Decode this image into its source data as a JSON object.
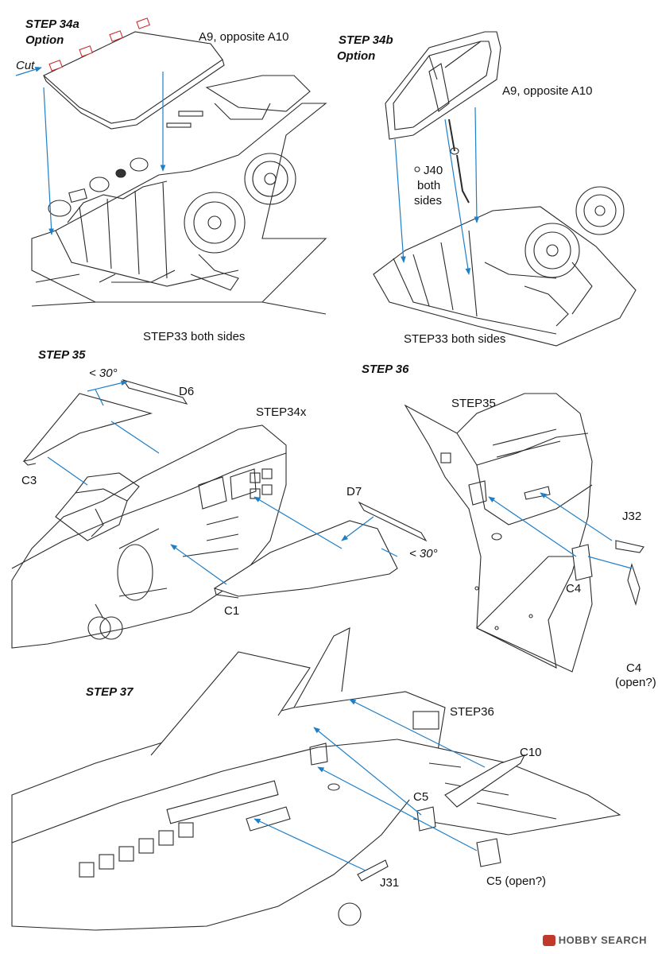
{
  "steps": {
    "s34a": {
      "title": "STEP 34a",
      "sub": "Option"
    },
    "s34b": {
      "title": "STEP 34b",
      "sub": "Option"
    },
    "s35": {
      "title": "STEP 35"
    },
    "s36": {
      "title": "STEP 36"
    },
    "s37": {
      "title": "STEP 37"
    }
  },
  "labels": {
    "cut": "Cut",
    "a9_left": "A9, opposite A10",
    "a9_right": "A9, opposite A10",
    "step33_left": "STEP33 both sides",
    "step33_right": "STEP33 both sides",
    "j40": "J40",
    "j40_both": "both",
    "j40_sides": "sides",
    "d6": "D6",
    "step34x": "STEP34x",
    "c3": "C3",
    "d7": "D7",
    "angle_top": "< 30°",
    "angle_bottom": "< 30°",
    "c1": "C1",
    "step35": "STEP35",
    "j32": "J32",
    "c4_a": "C4",
    "c4_b": "C4",
    "c4_open": "(open?)",
    "step36": "STEP36",
    "c10": "C10",
    "c5": "C5",
    "j31": "J31",
    "c5_open": "C5 (open?)"
  },
  "watermark": "HOBBY SEARCH",
  "colors": {
    "line": "#2a2a2a",
    "arrow": "#1e7fc8",
    "tab": "#d03030"
  }
}
